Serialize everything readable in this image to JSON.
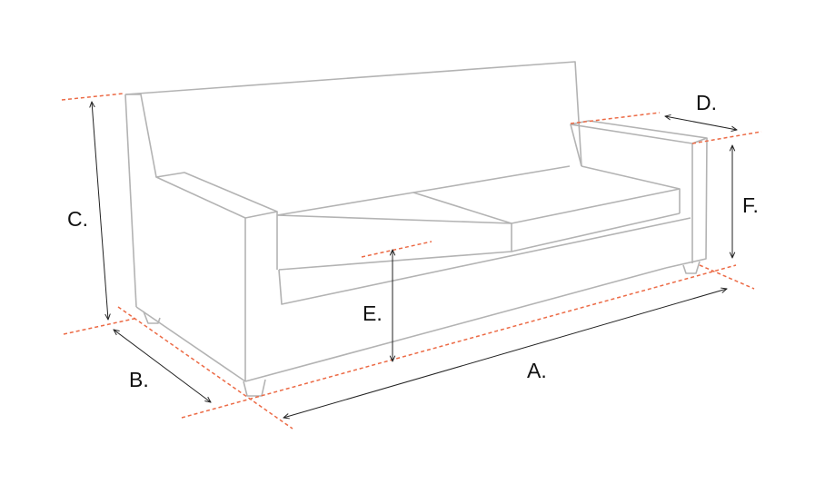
{
  "diagram": {
    "subject": "sofa-dimensions",
    "colors": {
      "outline": "#b3b3b3",
      "guide": "#ec6a45",
      "dimension": "#222222"
    },
    "labels": {
      "a": "A.",
      "b": "B.",
      "c": "C.",
      "d": "D.",
      "e": "E.",
      "f": "F."
    }
  }
}
